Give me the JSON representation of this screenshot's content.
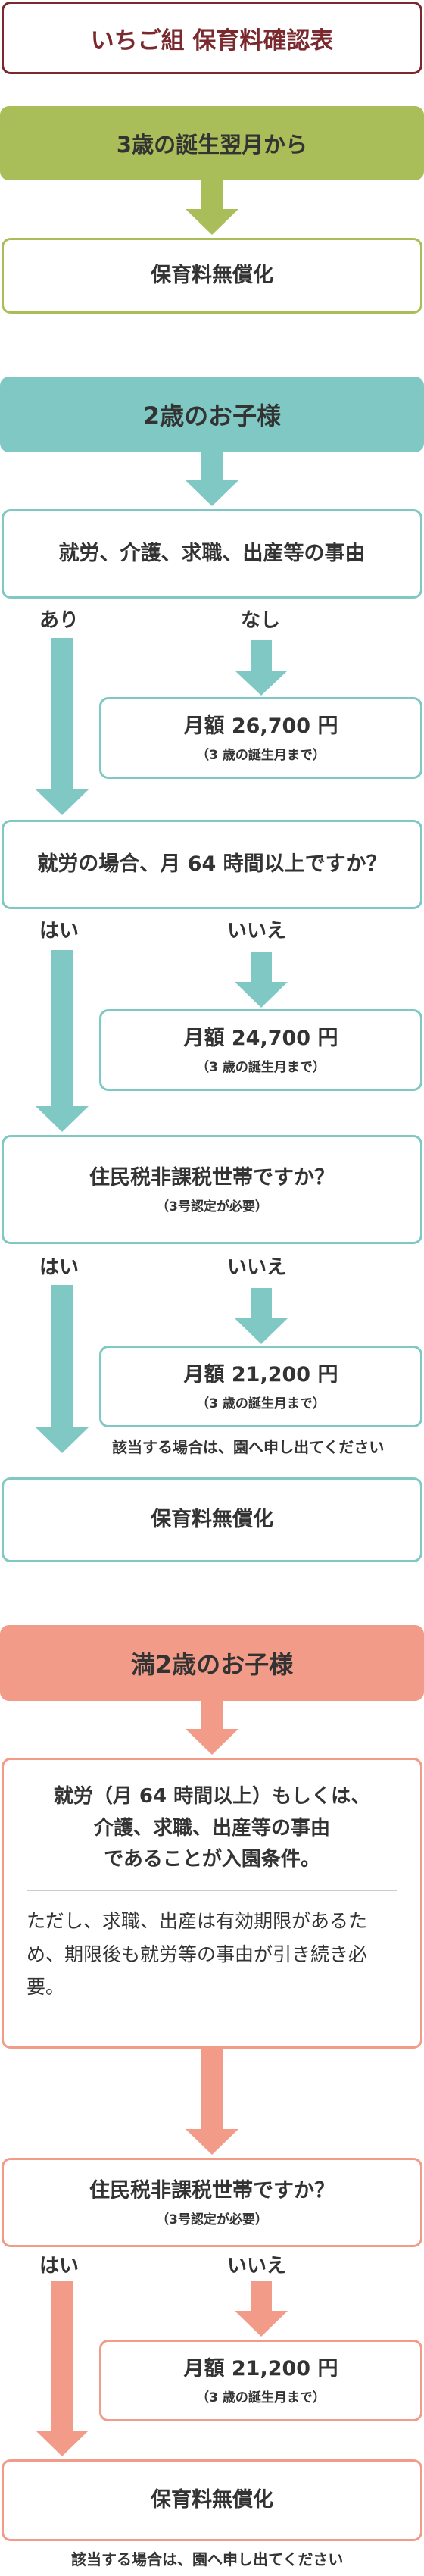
{
  "title": "いちご組 保育料確認表",
  "section3": {
    "header": "3歳の誕生翌月から",
    "result": "保育料無償化"
  },
  "section2": {
    "header": "2歳のお子様",
    "q1": "就労、介護、求職、出産等の事由",
    "q1_yes": "あり",
    "q1_no": "なし",
    "fee1_main": "月額 26,700 円",
    "fee1_sub": "（3 歳の誕生月まで）",
    "q2": "就労の場合、月 64 時間以上ですか？",
    "q2_yes": "はい",
    "q2_no": "いいえ",
    "fee2_main": "月額 24,700 円",
    "fee2_sub": "（3 歳の誕生月まで）",
    "q3": "住民税非課税世帯ですか？",
    "q3_sub": "（3号認定が必要）",
    "q3_yes": "はい",
    "q3_no": "いいえ",
    "fee3_main": "月額 21,200 円",
    "fee3_sub": "（3 歳の誕生月まで）",
    "note": "該当する場合は、園へ申し出てください",
    "result": "保育料無償化"
  },
  "sectionFull2": {
    "header": "満2歳のお子様",
    "cond_line1": "就労（月 64 時間以上）もしくは、",
    "cond_line2": "介護、求職、出産等の事由",
    "cond_line3": "であることが入園条件。",
    "cond_detail": "ただし、求職、出産は有効期限があるため、期限後も就労等の事由が引き続き必要。",
    "q": "住民税非課税世帯ですか？",
    "q_sub": "（3号認定が必要）",
    "q_yes": "はい",
    "q_no": "いいえ",
    "fee_main": "月額 21,200 円",
    "fee_sub": "（3 歳の誕生月まで）",
    "result": "保育料無償化",
    "note": "該当する場合は、園へ申し出てください"
  },
  "colors": {
    "title_border": "#7a2a2e",
    "title_text": "#7a2a2e",
    "olive": "#a9be59",
    "teal": "#7fc8c4",
    "salmon": "#f29b88"
  }
}
